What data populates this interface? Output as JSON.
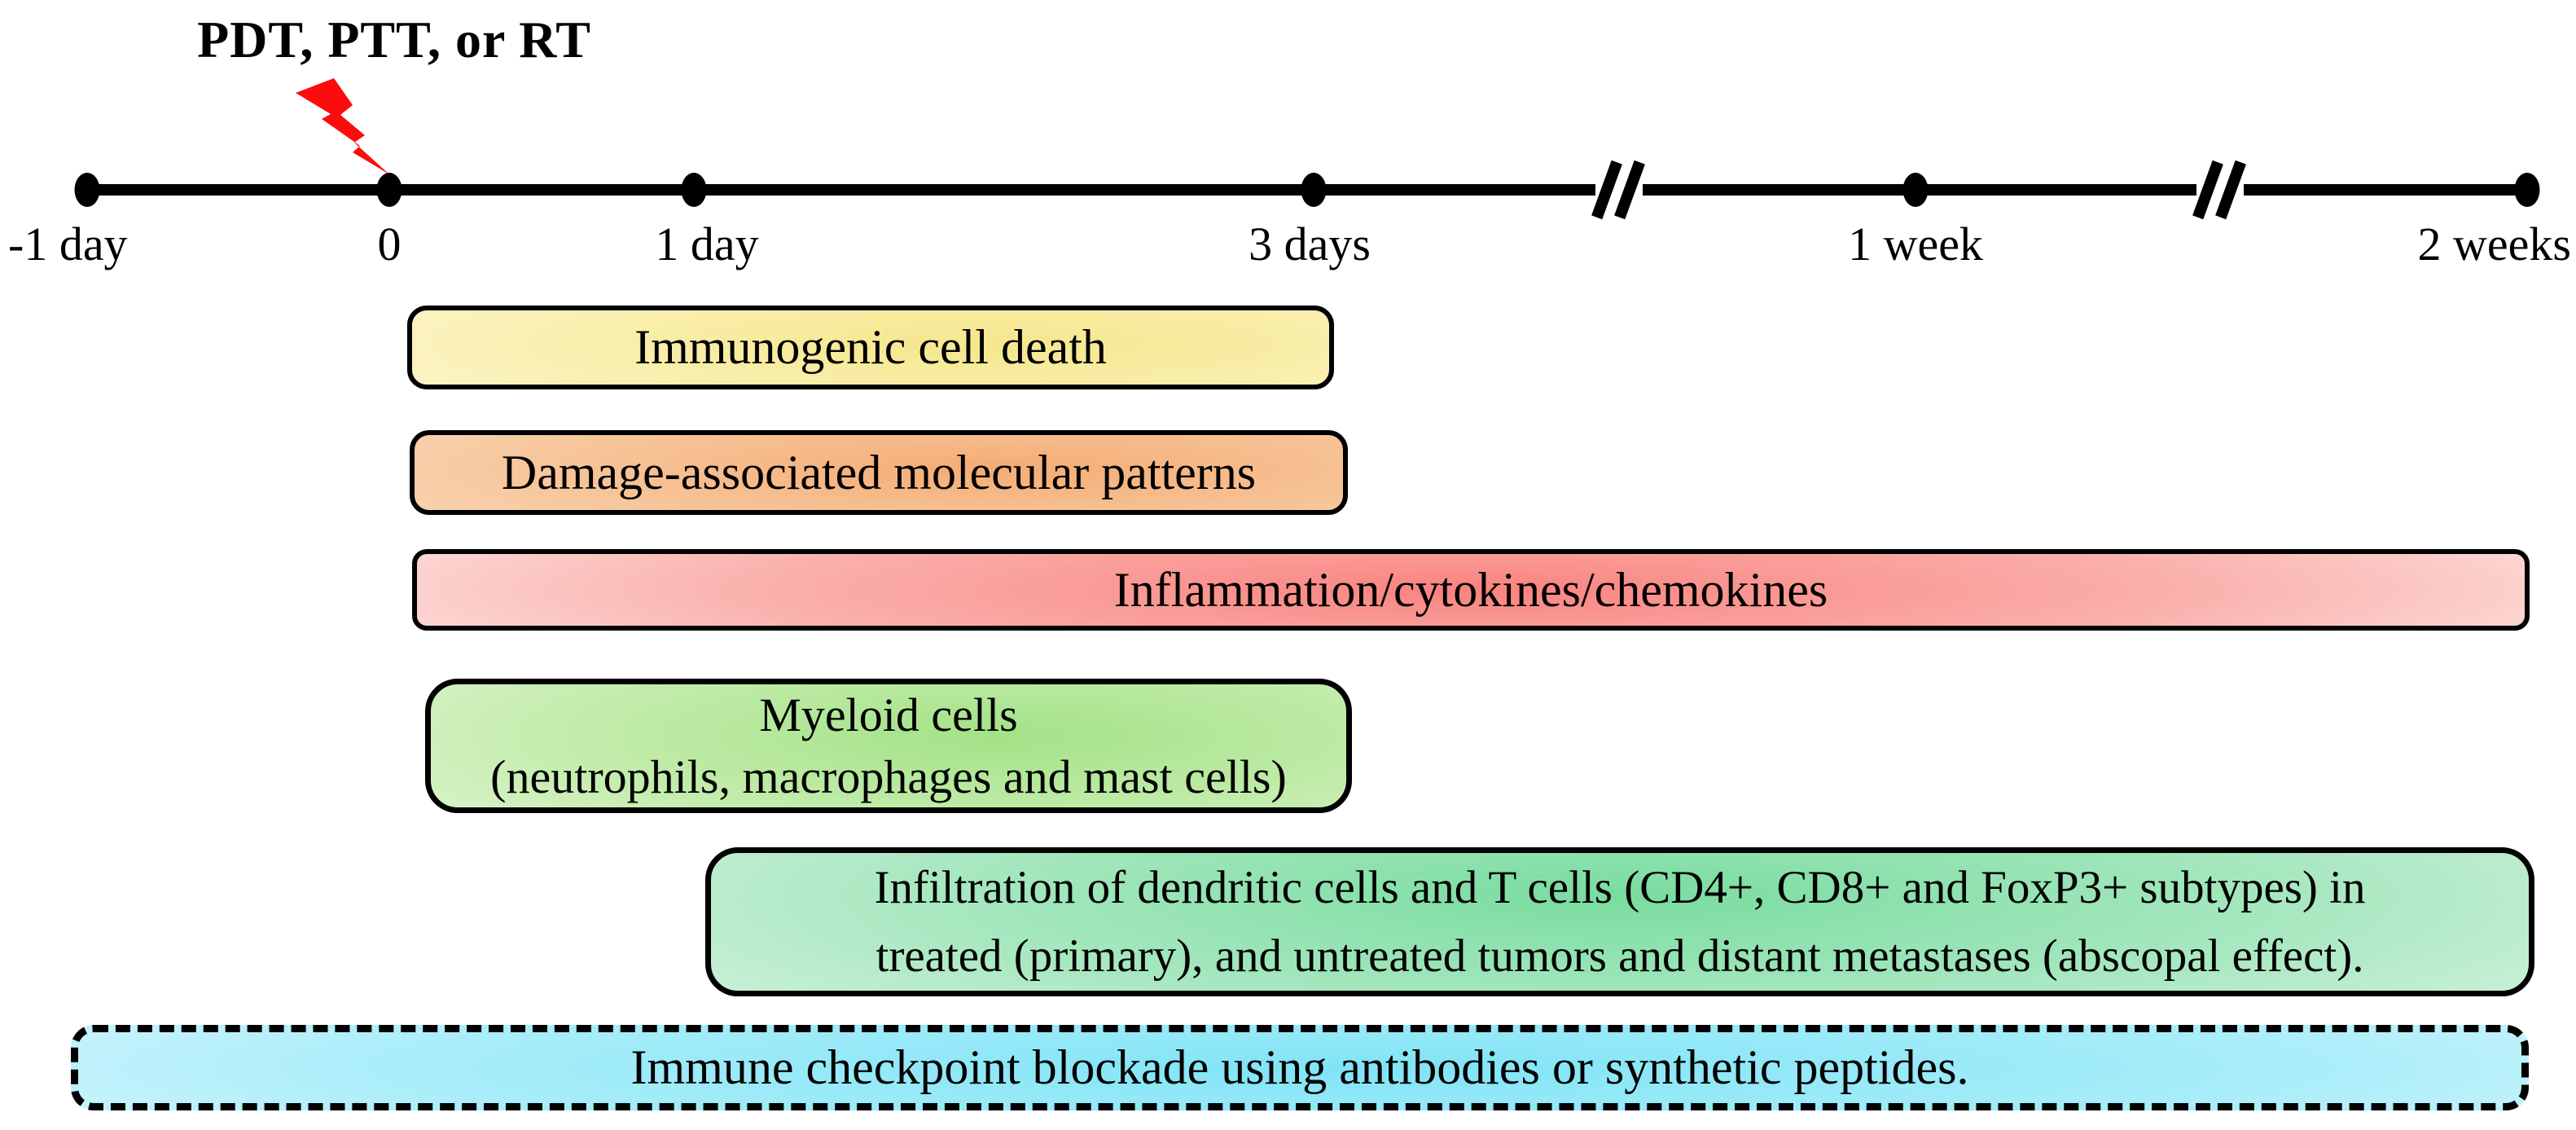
{
  "title": "PDT, PTT, or RT",
  "timeline": {
    "ticks": [
      {
        "label": "-1 day"
      },
      {
        "label": "0"
      },
      {
        "label": "1 day"
      },
      {
        "label": "3 days"
      },
      {
        "label": "1 week"
      },
      {
        "label": "2 weeks"
      }
    ],
    "breaks_count": 2
  },
  "events": [
    {
      "label": "Immunogenic cell death"
    },
    {
      "label": "Damage-associated molecular patterns"
    },
    {
      "label": "Inflammation/cytokines/chemokines"
    },
    {
      "line1": "Myeloid cells",
      "line2": "(neutrophils, macrophages and mast cells)"
    },
    {
      "line1": "Infiltration of dendritic cells and T cells (CD4+, CD8+ and FoxP3+ subtypes) in",
      "line2": "treated (primary), and untreated tumors and distant metastases (abscopal effect)."
    },
    {
      "label": "Immune checkpoint blockade using antibodies or synthetic peptides."
    }
  ],
  "icons": {
    "treatment_marker": "lightning-bolt-icon"
  },
  "colors": {
    "bolt-red": "#FB0D0D",
    "axis-black": "#000000",
    "box1-core": "#F5E78C",
    "box1-edge": "#FDF8DC",
    "box2-core": "#F4AC74",
    "box2-edge": "#FBDDC4",
    "box3-core": "#F9837F",
    "box3-edge": "#FCDAD7",
    "box4-core": "#A3E287",
    "box4-edge": "#E2F6D7",
    "box5-core": "#79DC9F",
    "box5-edge": "#D8F3E0",
    "box6-core": "#7FE4F6",
    "box6-edge": "#D6F6FD"
  }
}
